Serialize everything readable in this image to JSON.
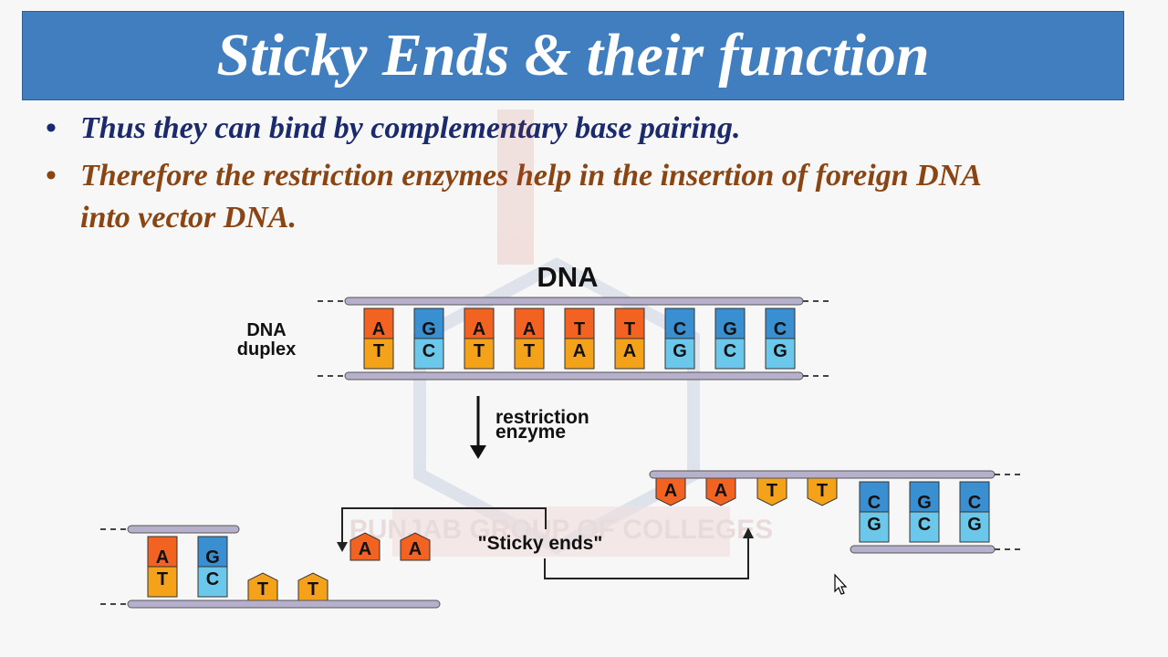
{
  "slide": {
    "title": "Sticky Ends & their function",
    "bullets": [
      "Thus they can bind by complementary base pairing.",
      "Therefore the restriction enzymes help in the insertion of foreign DNA into vector DNA."
    ]
  },
  "diagram": {
    "heading": "DNA",
    "duplex_label_1": "DNA",
    "duplex_label_2": "duplex",
    "arrow_label_1": "restriction",
    "arrow_label_2": "enzyme",
    "sticky_label": "\"Sticky ends\"",
    "duplex_pairs": [
      {
        "top": "A",
        "bottom": "T",
        "color": "orange"
      },
      {
        "top": "G",
        "bottom": "C",
        "color": "blue"
      },
      {
        "top": "A",
        "bottom": "T",
        "color": "orange"
      },
      {
        "top": "A",
        "bottom": "T",
        "color": "orange"
      },
      {
        "top": "T",
        "bottom": "A",
        "color": "orange"
      },
      {
        "top": "T",
        "bottom": "A",
        "color": "orange"
      },
      {
        "top": "C",
        "bottom": "G",
        "color": "blue"
      },
      {
        "top": "G",
        "bottom": "C",
        "color": "blue"
      },
      {
        "top": "C",
        "bottom": "G",
        "color": "blue"
      }
    ],
    "left_fragment": {
      "pairs": [
        {
          "top": "A",
          "bottom": "T",
          "color": "orange"
        },
        {
          "top": "G",
          "bottom": "C",
          "color": "blue"
        }
      ],
      "single_bottom": [
        "T",
        "T"
      ],
      "overhang_top": [
        "A",
        "A"
      ]
    },
    "right_fragment": {
      "overhang_bottom": [
        "A",
        "A"
      ],
      "single_top": [
        "T",
        "T"
      ],
      "pairs": [
        {
          "top": "C",
          "bottom": "G",
          "color": "blue"
        },
        {
          "top": "G",
          "bottom": "C",
          "color": "blue"
        },
        {
          "top": "C",
          "bottom": "G",
          "color": "blue"
        }
      ]
    },
    "watermark_text": "PUNJAB GROUP OF COLLEGES",
    "colors": {
      "orange_top": "#f26322",
      "orange_bottom": "#f5a21b",
      "blue_top": "#3a8fd0",
      "blue_bottom": "#6cc8ea",
      "strand": "#b7b0cc",
      "title_bg": "#417ebf"
    }
  }
}
